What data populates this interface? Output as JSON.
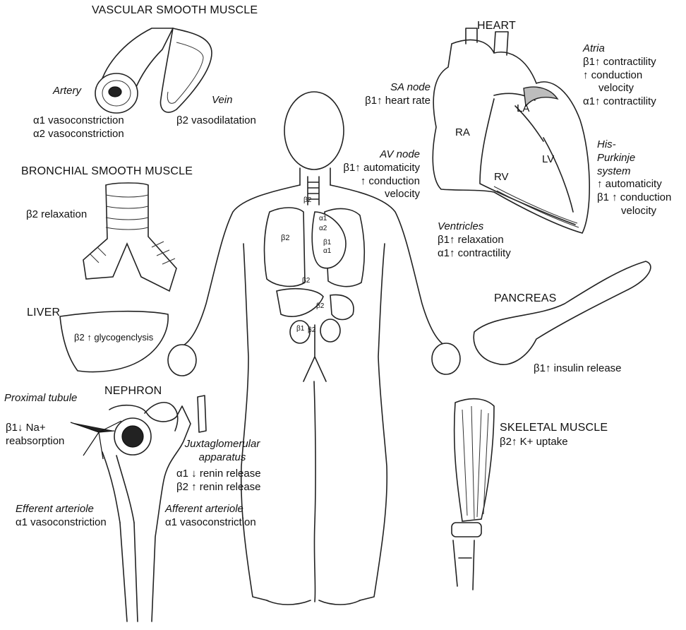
{
  "vascular": {
    "title": "VASCULAR SMOOTH MUSCLE",
    "artery_label": "Artery",
    "vein_label": "Vein",
    "artery_effects": [
      "α1 vasoconstriction",
      "α2 vasoconstriction"
    ],
    "vein_effects": [
      "β2 vasodilatation"
    ]
  },
  "bronchial": {
    "title": "BRONCHIAL SMOOTH MUSCLE",
    "effect": "β2 relaxation"
  },
  "liver": {
    "title": "LIVER",
    "effect": "β2 ↑ glycogenclysis"
  },
  "nephron": {
    "title": "NEPHRON",
    "proximal_tubule": {
      "label": "Proximal tubule",
      "effects": [
        "β1↓ Na+",
        "reabsorption"
      ]
    },
    "juxtaglomerular": {
      "label": [
        "Juxtaglomerular",
        "apparatus"
      ],
      "effects": [
        "α1 ↓ renin release",
        "β2 ↑ renin release"
      ]
    },
    "efferent": {
      "label": "Efferent arteriole",
      "effect": "α1 vasoconstriction"
    },
    "afferent": {
      "label": "Afferent arteriole",
      "effect": "α1 vasoconstriction"
    }
  },
  "heart": {
    "title": "HEART",
    "chambers": {
      "ra": "RA",
      "la": "LA",
      "rv": "RV",
      "lv": "LV"
    },
    "sa_node": {
      "label": "SA node",
      "effects": [
        "β1↑ heart rate"
      ]
    },
    "av_node": {
      "label": "AV node",
      "effects": [
        "β1↑ automaticity",
        "↑ conduction",
        "velocity"
      ]
    },
    "atria": {
      "label": "Atria",
      "effects": [
        "β1↑ contractility",
        "↑ conduction",
        "velocity",
        "α1↑ contractility"
      ]
    },
    "his_purkinje": {
      "label": [
        "His-",
        "Purkinje",
        "system"
      ],
      "effects": [
        "↑ automaticity",
        "β1 ↑ conduction",
        "velocity"
      ]
    },
    "ventricles": {
      "label": "Ventricles",
      "effects": [
        "β1↑ relaxation",
        "α1↑ contractility"
      ]
    }
  },
  "pancreas": {
    "title": "PANCREAS",
    "effect": "β1↑ insulin release"
  },
  "skeletal": {
    "title": "SKELETAL MUSCLE",
    "effect": "β2↑ K+ uptake"
  },
  "body_labels": {
    "trachea": "β2",
    "lung_left": "β2",
    "heart_a1": "α1",
    "heart_a2": "α2",
    "heart_b1": "β1",
    "heart_a1_low": "α1",
    "liver": "β2",
    "stomach": "β2",
    "kidney_b1": "β1",
    "kidney_b2": "β2"
  }
}
